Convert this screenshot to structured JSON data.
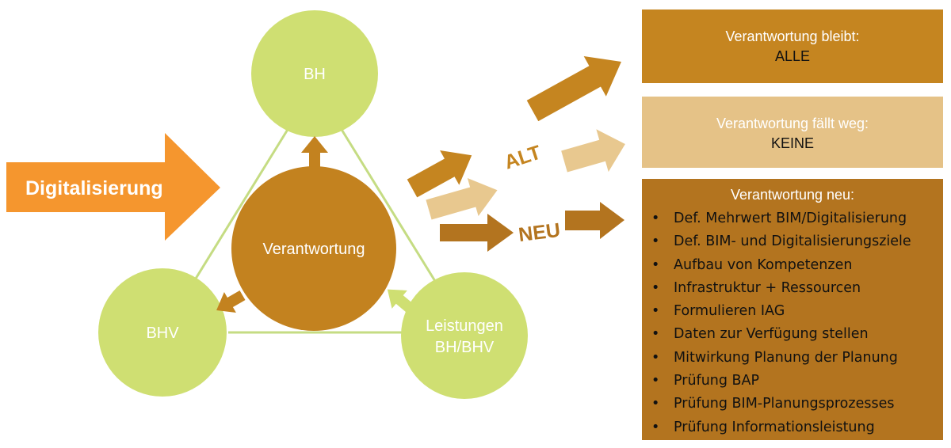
{
  "arrow_label": "Digitalisierung",
  "nodes": {
    "top": "BH",
    "left": "BHV",
    "right_line1": "Leistungen",
    "right_line2": "BH/BHV",
    "center": "Verantwortung"
  },
  "labels": {
    "alt": "ALT",
    "neu": "NEU"
  },
  "boxes": {
    "alle": {
      "title": "Verantwortung bleibt:",
      "value": "ALLE"
    },
    "keine": {
      "title": "Verantwortung fällt weg:",
      "value": "KEINE"
    },
    "neu": {
      "title": "Verantwortung neu:",
      "bullet": "•",
      "items": [
        "Def. Mehrwert BIM/Digitalisierung",
        "Def. BIM- und Digitalisierungsziele",
        "Aufbau von Kompetenzen",
        "Infrastruktur + Ressourcen",
        "Formulieren IAG",
        "Daten zur Verfügung stellen",
        "Mitwirkung Planung der Planung",
        "Prüfung BAP",
        "Prüfung BIM-Planungsprozesses",
        "Prüfung Informationsleistung"
      ]
    }
  },
  "colors": {
    "green": "#cfdf72",
    "green_line": "#c5dc83",
    "center": "#c3821f",
    "orange_arrow": "#f5962e",
    "dark_arrow": "#c58520",
    "light_arrow": "#e8c88f",
    "brown_arrow": "#b3741f"
  }
}
